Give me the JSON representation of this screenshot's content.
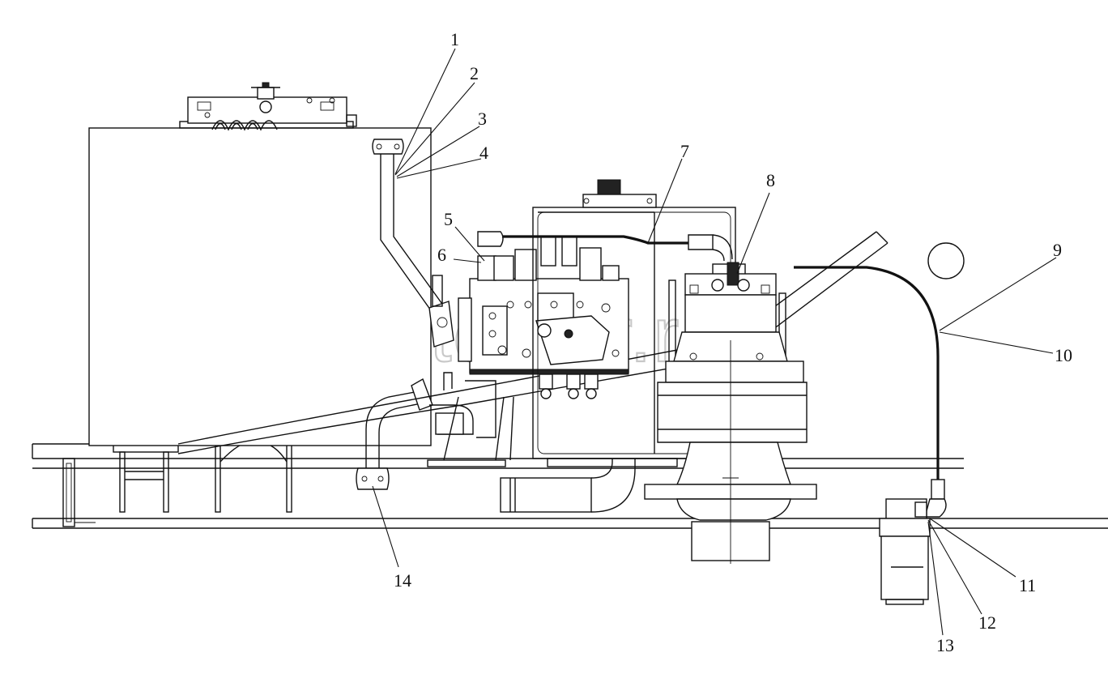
{
  "watermark": {
    "text": "autoster.ru",
    "logo_glyph": "a>"
  },
  "callouts": [
    "1",
    "2",
    "3",
    "4",
    "5",
    "6",
    "7",
    "8",
    "9",
    "10",
    "11",
    "12",
    "13",
    "14"
  ]
}
